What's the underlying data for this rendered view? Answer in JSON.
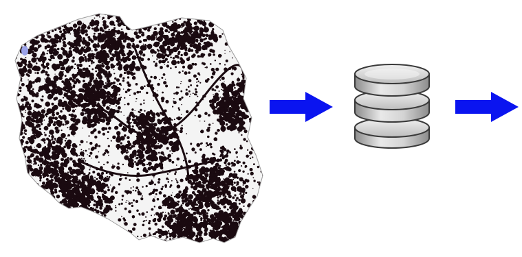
{
  "diagram": {
    "steps": [
      {
        "id": "source-map",
        "kind": "map",
        "icon": "poland-land-cover-map"
      },
      {
        "id": "arrow-1",
        "kind": "arrow",
        "icon": "right-arrow-icon",
        "color": "#0a14f0"
      },
      {
        "id": "database",
        "kind": "database",
        "icon": "database-icon"
      },
      {
        "id": "arrow-2",
        "kind": "arrow",
        "icon": "right-arrow-icon",
        "color": "#0a14f0"
      }
    ],
    "colors": {
      "map_dark": "#1a0a10",
      "map_light": "#f4f4f4",
      "map_outline": "#9a9a9a",
      "arrow": "#0a14f0",
      "db_light": "#e9e9e9",
      "db_mid": "#bdbdbd",
      "db_dark": "#8c8c8c",
      "db_outline": "#3a3a3a"
    }
  }
}
